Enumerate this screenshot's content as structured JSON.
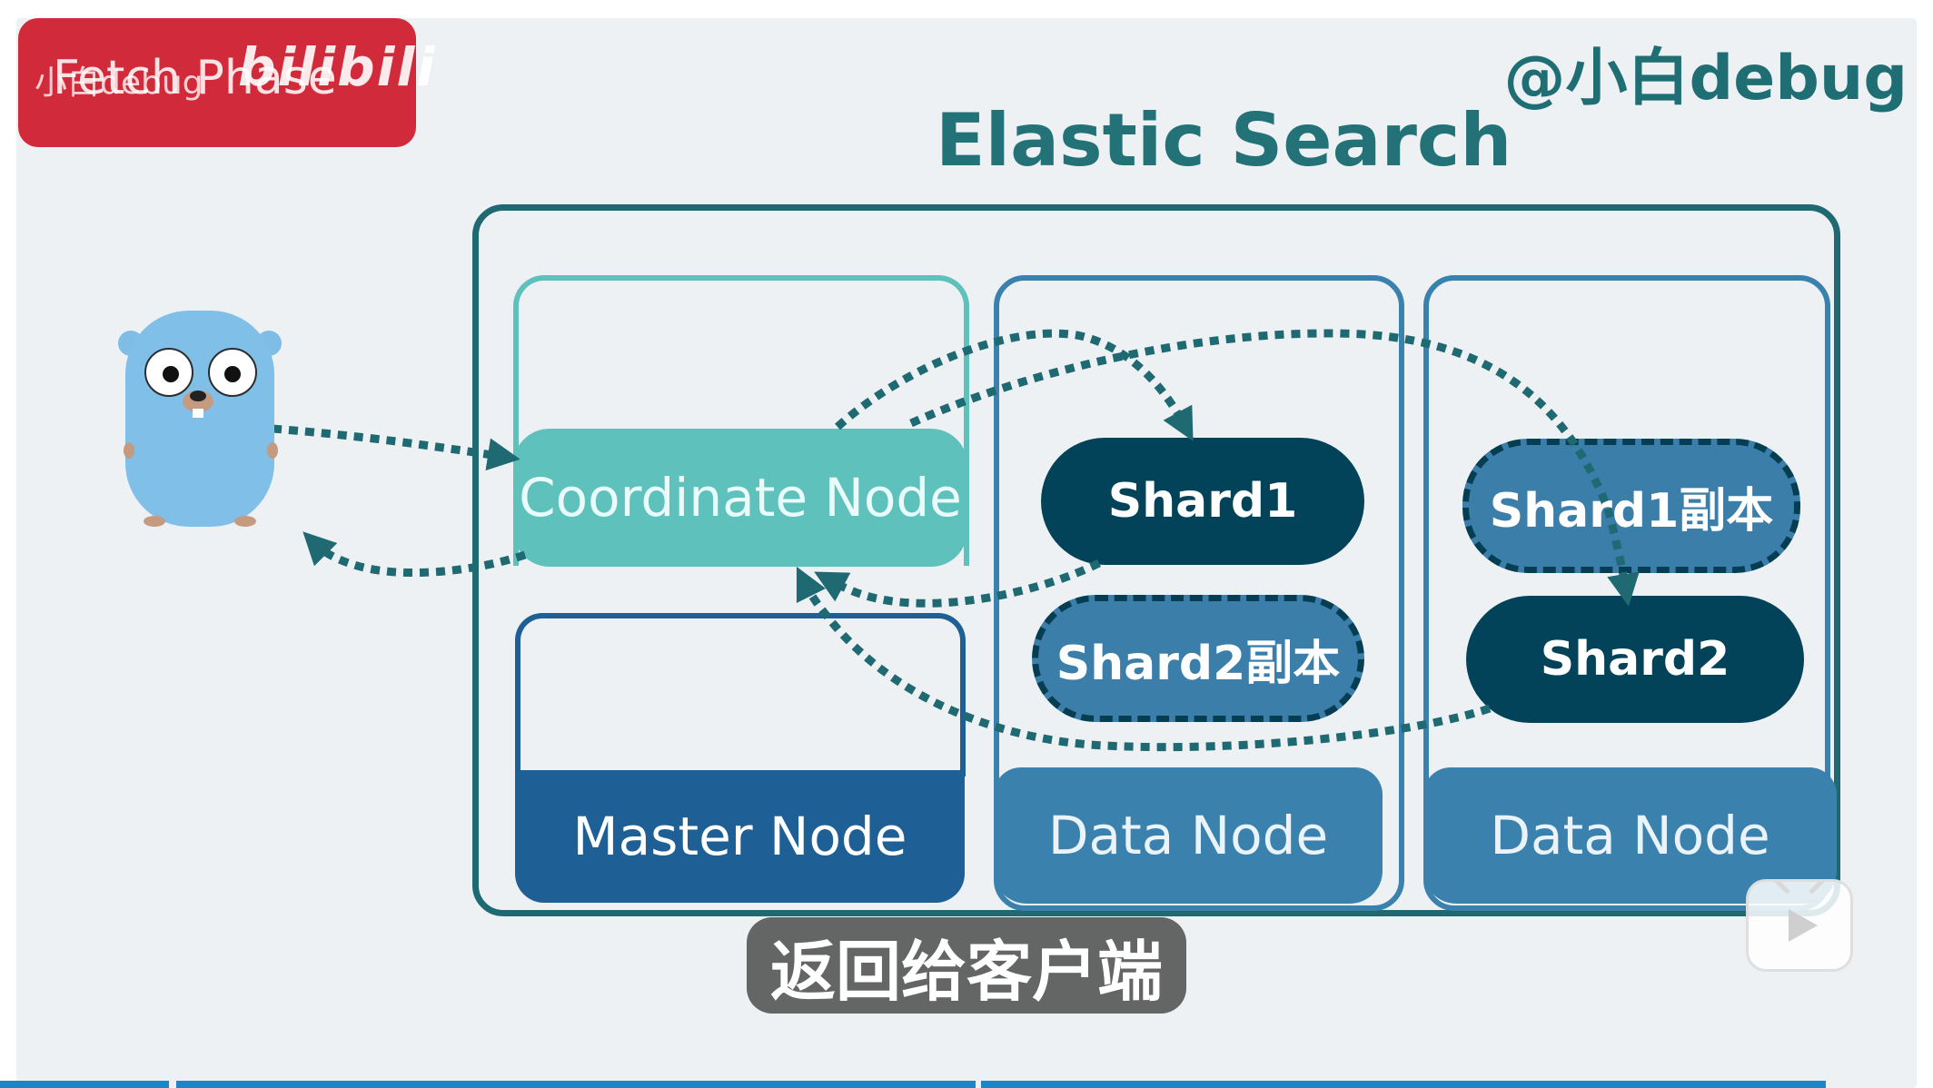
{
  "badge": {
    "title": "Fetch Phase"
  },
  "watermark": {
    "text": "小白debug",
    "logo": "bilibili"
  },
  "handle": "@小白debug",
  "title": "Elastic Search",
  "nodes": {
    "coordinate": "Coordinate Node",
    "master": "Master Node",
    "data1": "Data Node",
    "data2": "Data Node"
  },
  "shards": {
    "shard1": "Shard1",
    "shard2_replica": "Shard2副本",
    "shard1_replica": "Shard1副本",
    "shard2": "Shard2"
  },
  "subtitle": "返回给客户端",
  "icons": [
    "gopher-mascot-icon",
    "tv-play-icon"
  ],
  "colors": {
    "badge": "#d12b3b",
    "title": "#227278",
    "coordinate": "#5ec1bc",
    "master": "#1e5f95",
    "data_node": "#3a82ad",
    "shard_primary": "#03435a",
    "arrow": "#1f6a72"
  }
}
